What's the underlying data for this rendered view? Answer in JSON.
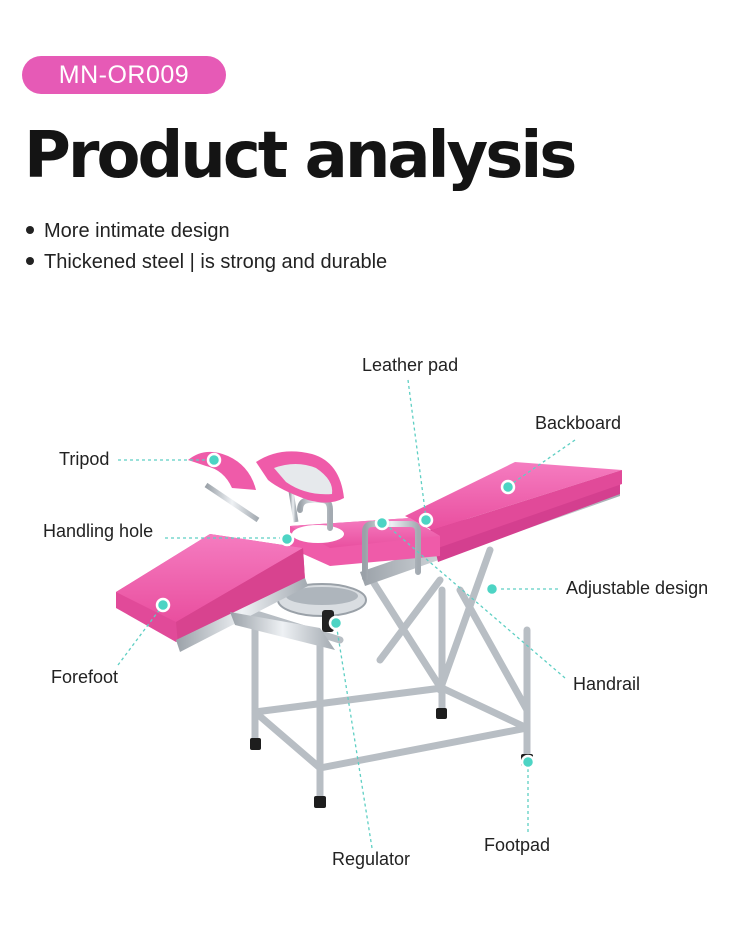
{
  "badge": "MN-OR009",
  "title": "Product analysis",
  "bullets": [
    "More intimate design",
    "Thickened steel | is strong and durable"
  ],
  "labels": {
    "leather_pad": "Leather pad",
    "backboard": "Backboard",
    "tripod": "Tripod",
    "handling_hole": "Handling hole",
    "adjustable_design": "Adjustable design",
    "forefoot": "Forefoot",
    "handrail": "Handrail",
    "regulator": "Regulator",
    "footpad": "Footpad"
  },
  "colors": {
    "accent": "#e65ab6",
    "pad": "#f060ae",
    "marker": "#4dd4c4",
    "steel": "#c9ced3"
  }
}
